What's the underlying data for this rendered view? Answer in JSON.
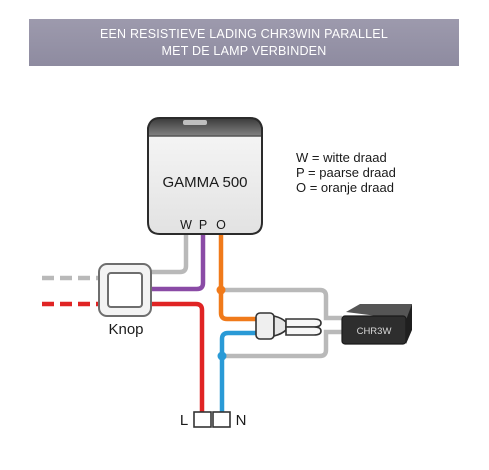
{
  "banner": {
    "line1": "EEN RESISTIEVE LADING CHR3WIN PARALLEL",
    "line2": "MET DE LAMP VERBINDEN"
  },
  "device": {
    "name": "GAMMA 500",
    "terminals": [
      "W",
      "P",
      "O"
    ]
  },
  "legend": {
    "w": "W = witte draad",
    "p": "P = paarse draad",
    "o": "O = oranje draad"
  },
  "switch_label": "Knop",
  "chr3w_label": "CHR3W",
  "terminal_l": "L",
  "terminal_n": "N",
  "colors": {
    "white_wire": "#b9b9b9",
    "purple_wire": "#8a4ba6",
    "orange_wire": "#f07a1a",
    "red_wire": "#e02424",
    "blue_wire": "#2a9ad6",
    "banner": "#9593a6"
  }
}
